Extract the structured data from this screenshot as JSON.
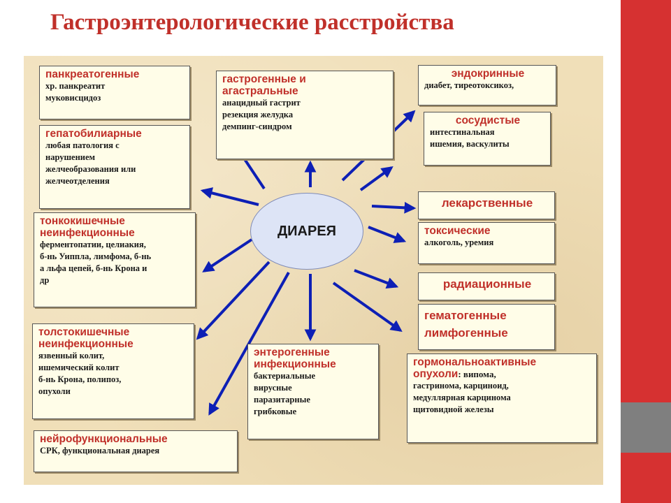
{
  "title": "Гастроэнтерологические расстройства",
  "center": "ДИАРЕЯ",
  "colors": {
    "accent": "#c0302a",
    "arrow": "#0d1fb5",
    "panel": "#f0dfb8",
    "stripe": "#d63131"
  },
  "boxes": {
    "pancreato": {
      "heading": [
        "панкреатогенные"
      ],
      "lines": [
        "хр. панкреатит",
        "муковисцидоз"
      ]
    },
    "gastro": {
      "heading": [
        "гастрогенные и",
        "агастральные"
      ],
      "lines": [
        "анацидный гастрит",
        "резекция желудка",
        "демпинг-синдром"
      ]
    },
    "endocrine": {
      "heading": [
        "эндокринные"
      ],
      "lines": [
        "диабет, тиреотоксикоз,"
      ]
    },
    "vascular": {
      "heading": [
        "сосудистые"
      ],
      "lines": [
        "интестинальная",
        "ишемия, васкулиты"
      ]
    },
    "hepatobiliary": {
      "heading": [
        "гепатобилиарные"
      ],
      "lines": [
        "любая патология с",
        "нарушением",
        "желчеобразования или",
        "желчеотделения"
      ]
    },
    "drug": {
      "heading": [
        "лекарственные"
      ],
      "lines": []
    },
    "toxic": {
      "heading": [
        "токсические"
      ],
      "lines": [
        "алкоголь, уремия"
      ]
    },
    "small_int": {
      "heading": [
        "тонкокишечные",
        "неинфекционные"
      ],
      "lines": [
        "ферментопатии, целиакия,",
        "б-нь Уиппла, лимфома, б-нь",
        "а льфа цепей, б-нь Крона и",
        "др"
      ]
    },
    "radiation": {
      "heading": [
        "радиационные"
      ],
      "lines": []
    },
    "hemato": {
      "heading": [
        "гематогенные",
        "лимфогенные"
      ],
      "lines": []
    },
    "large_int": {
      "heading": [
        "толстокишечные",
        "неинфекционные"
      ],
      "lines": [
        "язвенный колит,",
        "ишемический колит",
        "б-нь Крона, полипоз,",
        "опухоли"
      ]
    },
    "entero": {
      "heading": [
        "энтерогенные",
        "инфекционные"
      ],
      "lines": [
        "бактериальные",
        "вирусные",
        "паразитарные",
        "грибковые"
      ]
    },
    "tumors": {
      "heading": [
        "гормональноактивные",
        "опухоли"
      ],
      "inline": ":  випома,",
      "lines": [
        "гастринома, карциноид,",
        "медуллярная карцинома",
        "щитовидной железы"
      ]
    },
    "neuro": {
      "heading": [
        "нейрофункциональные"
      ],
      "lines": [
        "СРК, функциональная диарея"
      ]
    }
  }
}
